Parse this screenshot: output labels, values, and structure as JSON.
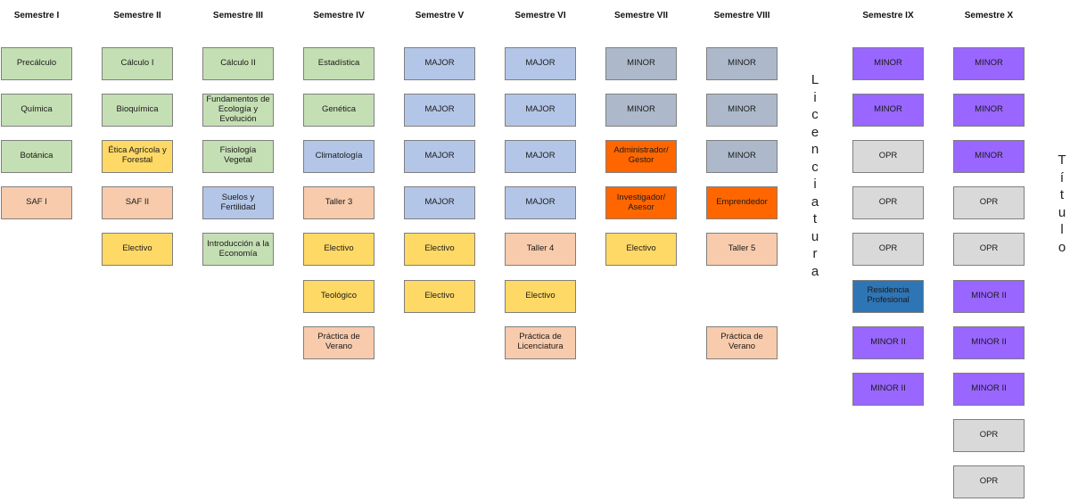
{
  "semesters": [
    {
      "title": "Semestre I",
      "courses": [
        {
          "label": "Precálculo",
          "color": "green",
          "row": 0
        },
        {
          "label": "Química",
          "color": "green",
          "row": 1
        },
        {
          "label": "Botánica",
          "color": "green",
          "row": 2
        },
        {
          "label": "SAF I",
          "color": "salmon",
          "row": 3
        }
      ]
    },
    {
      "title": "Semestre II",
      "courses": [
        {
          "label": "Cálculo I",
          "color": "green",
          "row": 0
        },
        {
          "label": "Bioquímica",
          "color": "green",
          "row": 1
        },
        {
          "label": "Ética Agrícola y Forestal",
          "color": "yellow",
          "row": 2
        },
        {
          "label": "SAF II",
          "color": "salmon",
          "row": 3
        },
        {
          "label": "Electivo",
          "color": "yellow",
          "row": 4
        }
      ]
    },
    {
      "title": "Semestre III",
      "courses": [
        {
          "label": "Cálculo II",
          "color": "green",
          "row": 0
        },
        {
          "label": "Fundamentos de Ecología y Evolución",
          "color": "green",
          "row": 1
        },
        {
          "label": "Fisiología Vegetal",
          "color": "green",
          "row": 2
        },
        {
          "label": "Suelos y Fertilidad",
          "color": "blue",
          "row": 3
        },
        {
          "label": "Introducción a la Economía",
          "color": "green",
          "row": 4
        }
      ]
    },
    {
      "title": "Semestre IV",
      "courses": [
        {
          "label": "Estadística",
          "color": "green",
          "row": 0
        },
        {
          "label": "Genética",
          "color": "green",
          "row": 1
        },
        {
          "label": "Climatología",
          "color": "blue",
          "row": 2
        },
        {
          "label": "Taller 3",
          "color": "salmon",
          "row": 3
        },
        {
          "label": "Electivo",
          "color": "yellow",
          "row": 4
        },
        {
          "label": "Teológico",
          "color": "yellow",
          "row": 5
        },
        {
          "label": "Práctica de Verano",
          "color": "salmon",
          "row": 6
        }
      ]
    },
    {
      "title": "Semestre V",
      "courses": [
        {
          "label": "MAJOR",
          "color": "blue",
          "row": 0
        },
        {
          "label": "MAJOR",
          "color": "blue",
          "row": 1
        },
        {
          "label": "MAJOR",
          "color": "blue",
          "row": 2
        },
        {
          "label": "MAJOR",
          "color": "blue",
          "row": 3
        },
        {
          "label": "Electivo",
          "color": "yellow",
          "row": 4
        },
        {
          "label": "Electivo",
          "color": "yellow",
          "row": 5
        }
      ]
    },
    {
      "title": "Semestre VI",
      "courses": [
        {
          "label": "MAJOR",
          "color": "blue",
          "row": 0
        },
        {
          "label": "MAJOR",
          "color": "blue",
          "row": 1
        },
        {
          "label": "MAJOR",
          "color": "blue",
          "row": 2
        },
        {
          "label": "MAJOR",
          "color": "blue",
          "row": 3
        },
        {
          "label": "Taller 4",
          "color": "salmon",
          "row": 4
        },
        {
          "label": "Electivo",
          "color": "yellow",
          "row": 5
        },
        {
          "label": "Práctica de Licenciatura",
          "color": "salmon",
          "row": 6
        }
      ]
    },
    {
      "title": "Semestre VII",
      "courses": [
        {
          "label": "MINOR",
          "color": "gray",
          "row": 0
        },
        {
          "label": "MINOR",
          "color": "gray",
          "row": 1
        },
        {
          "label": "Administrador/ Gestor",
          "color": "orange",
          "row": 2
        },
        {
          "label": "Investigador/ Asesor",
          "color": "orange",
          "row": 3
        },
        {
          "label": "Electivo",
          "color": "yellow",
          "row": 4
        }
      ]
    },
    {
      "title": "Semestre VIII",
      "courses": [
        {
          "label": "MINOR",
          "color": "gray",
          "row": 0
        },
        {
          "label": "MINOR",
          "color": "gray",
          "row": 1
        },
        {
          "label": "MINOR",
          "color": "gray",
          "row": 2
        },
        {
          "label": "Emprendedor",
          "color": "orange",
          "row": 3
        },
        {
          "label": "Taller 5",
          "color": "salmon",
          "row": 4
        },
        {
          "label": "Práctica de Verano",
          "color": "salmon",
          "row": 6
        }
      ]
    },
    {
      "title": "Semestre IX",
      "courses": [
        {
          "label": "MINOR",
          "color": "purple",
          "row": 0
        },
        {
          "label": "MINOR",
          "color": "purple",
          "row": 1
        },
        {
          "label": "OPR",
          "color": "lgray",
          "row": 2
        },
        {
          "label": "OPR",
          "color": "lgray",
          "row": 3
        },
        {
          "label": "OPR",
          "color": "lgray",
          "row": 4
        },
        {
          "label": "Residencia Profesional",
          "color": "navy",
          "row": 5
        },
        {
          "label": "MINOR II",
          "color": "purple",
          "row": 6
        },
        {
          "label": "MINOR II",
          "color": "purple",
          "row": 7
        }
      ]
    },
    {
      "title": "Semestre X",
      "courses": [
        {
          "label": "MINOR",
          "color": "purple",
          "row": 0
        },
        {
          "label": "MINOR",
          "color": "purple",
          "row": 1
        },
        {
          "label": "MINOR",
          "color": "purple",
          "row": 2
        },
        {
          "label": "OPR",
          "color": "lgray",
          "row": 3
        },
        {
          "label": "OPR",
          "color": "lgray",
          "row": 4
        },
        {
          "label": "MINOR II",
          "color": "purple",
          "row": 5
        },
        {
          "label": "MINOR II",
          "color": "purple",
          "row": 6
        },
        {
          "label": "MINOR II",
          "color": "purple",
          "row": 7
        },
        {
          "label": "OPR",
          "color": "lgray",
          "row": 8
        },
        {
          "label": "OPR",
          "color": "lgray",
          "row": 9
        }
      ]
    }
  ],
  "milestones": {
    "licenciatura": "Licenciatura",
    "titulo": "Título"
  },
  "colors": {
    "green": "#c5dfb4",
    "blue": "#b4c6e7",
    "gray": "#adb9ca",
    "yellow": "#ffd966",
    "salmon": "#f8cbad",
    "orange": "#ff6600",
    "purple": "#9966ff",
    "lgray": "#d9d9d9",
    "navy": "#2e75b6"
  }
}
